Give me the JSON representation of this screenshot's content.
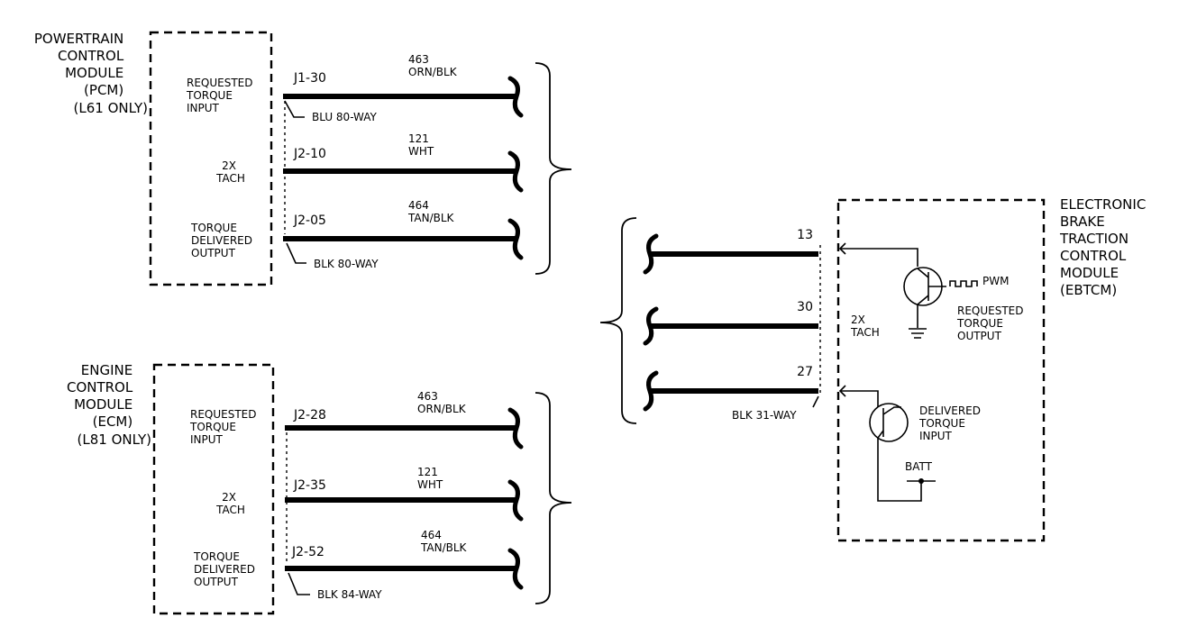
{
  "pcm": {
    "title_lines": [
      "POWERTRAIN",
      "CONTROL",
      "MODULE",
      "(PCM)",
      "(L61 ONLY)"
    ],
    "signals": [
      {
        "label_lines": [
          "REQUESTED",
          "TORQUE",
          "INPUT"
        ],
        "pin": "J1-30",
        "circuit": "463",
        "color": "ORN/BLK"
      },
      {
        "label_lines": [
          "2X",
          "TACH"
        ],
        "pin": "J2-10",
        "circuit": "121",
        "color": "WHT"
      },
      {
        "label_lines": [
          "TORQUE",
          "DELIVERED",
          "OUTPUT"
        ],
        "pin": "J2-05",
        "circuit": "464",
        "color": "TAN/BLK"
      }
    ],
    "connector_top": "BLU 80-WAY",
    "connector_bottom": "BLK 80-WAY"
  },
  "ecm": {
    "title_lines": [
      "ENGINE",
      "CONTROL",
      "MODULE",
      "(ECM)",
      "(L81 ONLY)"
    ],
    "signals": [
      {
        "label_lines": [
          "REQUESTED",
          "TORQUE",
          "INPUT"
        ],
        "pin": "J2-28",
        "circuit": "463",
        "color": "ORN/BLK"
      },
      {
        "label_lines": [
          "2X",
          "TACH"
        ],
        "pin": "J2-35",
        "circuit": "121",
        "color": "WHT"
      },
      {
        "label_lines": [
          "TORQUE",
          "DELIVERED",
          "OUTPUT"
        ],
        "pin": "J2-52",
        "circuit": "464",
        "color": "TAN/BLK"
      }
    ],
    "connector_bottom": "BLK 84-WAY"
  },
  "ebtcm": {
    "title_lines": [
      "ELECTRONIC",
      "BRAKE",
      "TRACTION",
      "CONTROL",
      "MODULE",
      "(EBTCM)"
    ],
    "pins": [
      "13",
      "30",
      "27"
    ],
    "connector": "BLK 31-WAY",
    "tach_lines": [
      "2X",
      "TACH"
    ],
    "pwm": "PWM",
    "requested_lines": [
      "REQUESTED",
      "TORQUE",
      "OUTPUT"
    ],
    "delivered_lines": [
      "DELIVERED",
      "TORQUE",
      "INPUT"
    ],
    "batt": "BATT"
  }
}
